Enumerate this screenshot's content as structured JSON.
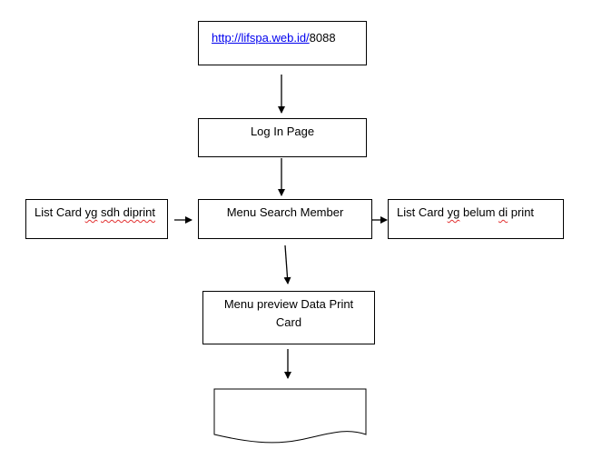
{
  "nodes": {
    "url": {
      "link_text": "http://lifspa.web.id/",
      "suffix": "8088"
    },
    "login": {
      "label": "Log In Page"
    },
    "search": {
      "label": "Menu Search Member"
    },
    "left": {
      "pre": "List Card ",
      "mark1": "yg",
      "mid": " ",
      "mark2": "sdh diprint"
    },
    "right": {
      "pre": "List Card ",
      "mark1": "yg",
      "mid": " belum ",
      "mark2": "di",
      "post": " print"
    },
    "preview": {
      "line1": "Menu preview Data Print",
      "line2": "Card"
    }
  }
}
